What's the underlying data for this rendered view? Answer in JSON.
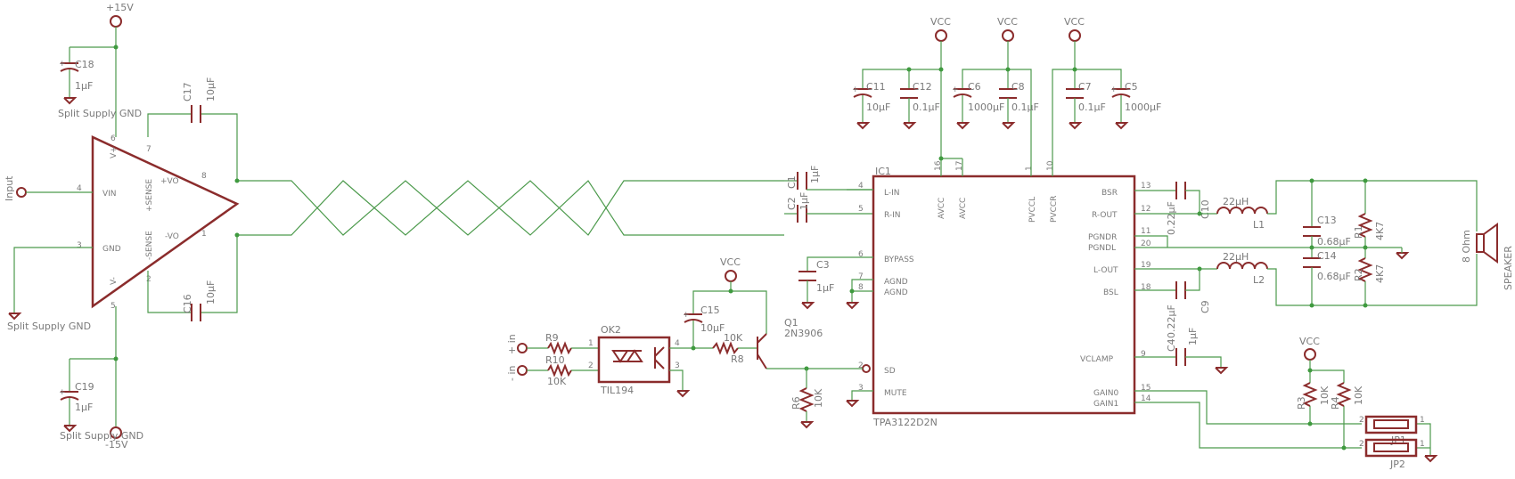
{
  "power": {
    "p15": "+15V",
    "m15": "-15V",
    "vcc": "VCC",
    "split1": "Split Supply GND",
    "split2": "Split Supply GND",
    "split3": "Split Supply GND"
  },
  "input_label": "Input",
  "opamp": {
    "vin": "VIN",
    "gnd": "GND",
    "vplus": "V+",
    "vminus": "V-",
    "psense": "+SENSE",
    "msense": "-SENSE",
    "pvo": "+VO",
    "mvo": "-VO",
    "p4": "4",
    "p3": "3",
    "p6": "6",
    "p5": "5",
    "p7": "7",
    "p2": "2",
    "p8": "8",
    "p1": "1"
  },
  "caps": {
    "c18": "C18",
    "c18v": "1µF",
    "c19": "C19",
    "c19v": "1µF",
    "c17": "C17",
    "c17v": "10µF",
    "c16": "C16",
    "c16v": "10µF",
    "c1": "C1",
    "c1v": "1µF",
    "c2": "C2",
    "c2v": "1µF",
    "c3": "C3",
    "c3v": "1µF",
    "c11": "C11",
    "c11v": "10µF",
    "c12": "C12",
    "c12v": "0.1µF",
    "c6": "C6",
    "c6v": "1000µF",
    "c8": "C8",
    "c8v": "0.1µF",
    "c7": "C7",
    "c7v": "0.1µF",
    "c5": "C5",
    "c5v": "1000µF",
    "c10": "C10",
    "c10v": "0.22µF",
    "c9": "C9",
    "c9v": "0.22µF",
    "c13": "C13",
    "c13v": "0.68µF",
    "c14": "C14",
    "c14v": "0.68µF",
    "c4": "C4",
    "c4v": "1µF",
    "c15": "C15",
    "c15v": "10µF"
  },
  "ic": {
    "name": "IC1",
    "part": "TPA3122D2N",
    "lin": "L-IN",
    "rin": "R-IN",
    "bypass": "BYPASS",
    "agnd1": "AGND",
    "agnd2": "AGND",
    "sd": "SD",
    "mute": "MUTE",
    "avcc1": "AVCC",
    "avcc2": "AVCC",
    "pvccl": "PVCCL",
    "pvccr": "PVCCR",
    "bsr": "BSR",
    "rout": "R-OUT",
    "pgndr": "PGNDR",
    "pgndl": "PGNDL",
    "lout": "L-OUT",
    "bsl": "BSL",
    "vclamp": "VCLAMP",
    "gain0": "GAIN0",
    "gain1": "GAIN1",
    "p4": "4",
    "p5": "5",
    "p6": "6",
    "p7": "7",
    "p8": "8",
    "p2": "2",
    "p3": "3",
    "p16": "16",
    "p17": "17",
    "p1": "1",
    "p10": "10",
    "p13": "13",
    "p12": "12",
    "p11": "11",
    "p20": "20",
    "p19": "19",
    "p18": "18",
    "p9": "9",
    "p15": "15",
    "p14": "14"
  },
  "inductors": {
    "l1": "L1",
    "l1v": "22µH",
    "l2": "L2",
    "l2v": "22µH"
  },
  "resistors": {
    "r1": "R1",
    "r1v": "4K7",
    "r2": "R2",
    "r2v": "4K7",
    "r3": "R3",
    "r3v": "10K",
    "r4": "R4",
    "r4v": "10K",
    "r6": "R6",
    "r6v": "10K",
    "r8": "R8",
    "r8v": "10K",
    "r9": "R9",
    "r10": "R10",
    "r10v": "10K"
  },
  "speaker": {
    "name": "SPEAKER",
    "value": "8 Ohm"
  },
  "opto": {
    "name": "OK2",
    "part": "TIL194",
    "p1": "1",
    "p2": "2",
    "p3": "3",
    "p4": "4"
  },
  "ctrl_in": {
    "plus": "+ in",
    "minus": "- in"
  },
  "transistor": {
    "name": "Q1",
    "part": "2N3906"
  },
  "jumpers": {
    "jp1": "JP1",
    "jp2": "JP2",
    "p1a": "1",
    "p2a": "2",
    "p1b": "1",
    "p2b": "2"
  }
}
